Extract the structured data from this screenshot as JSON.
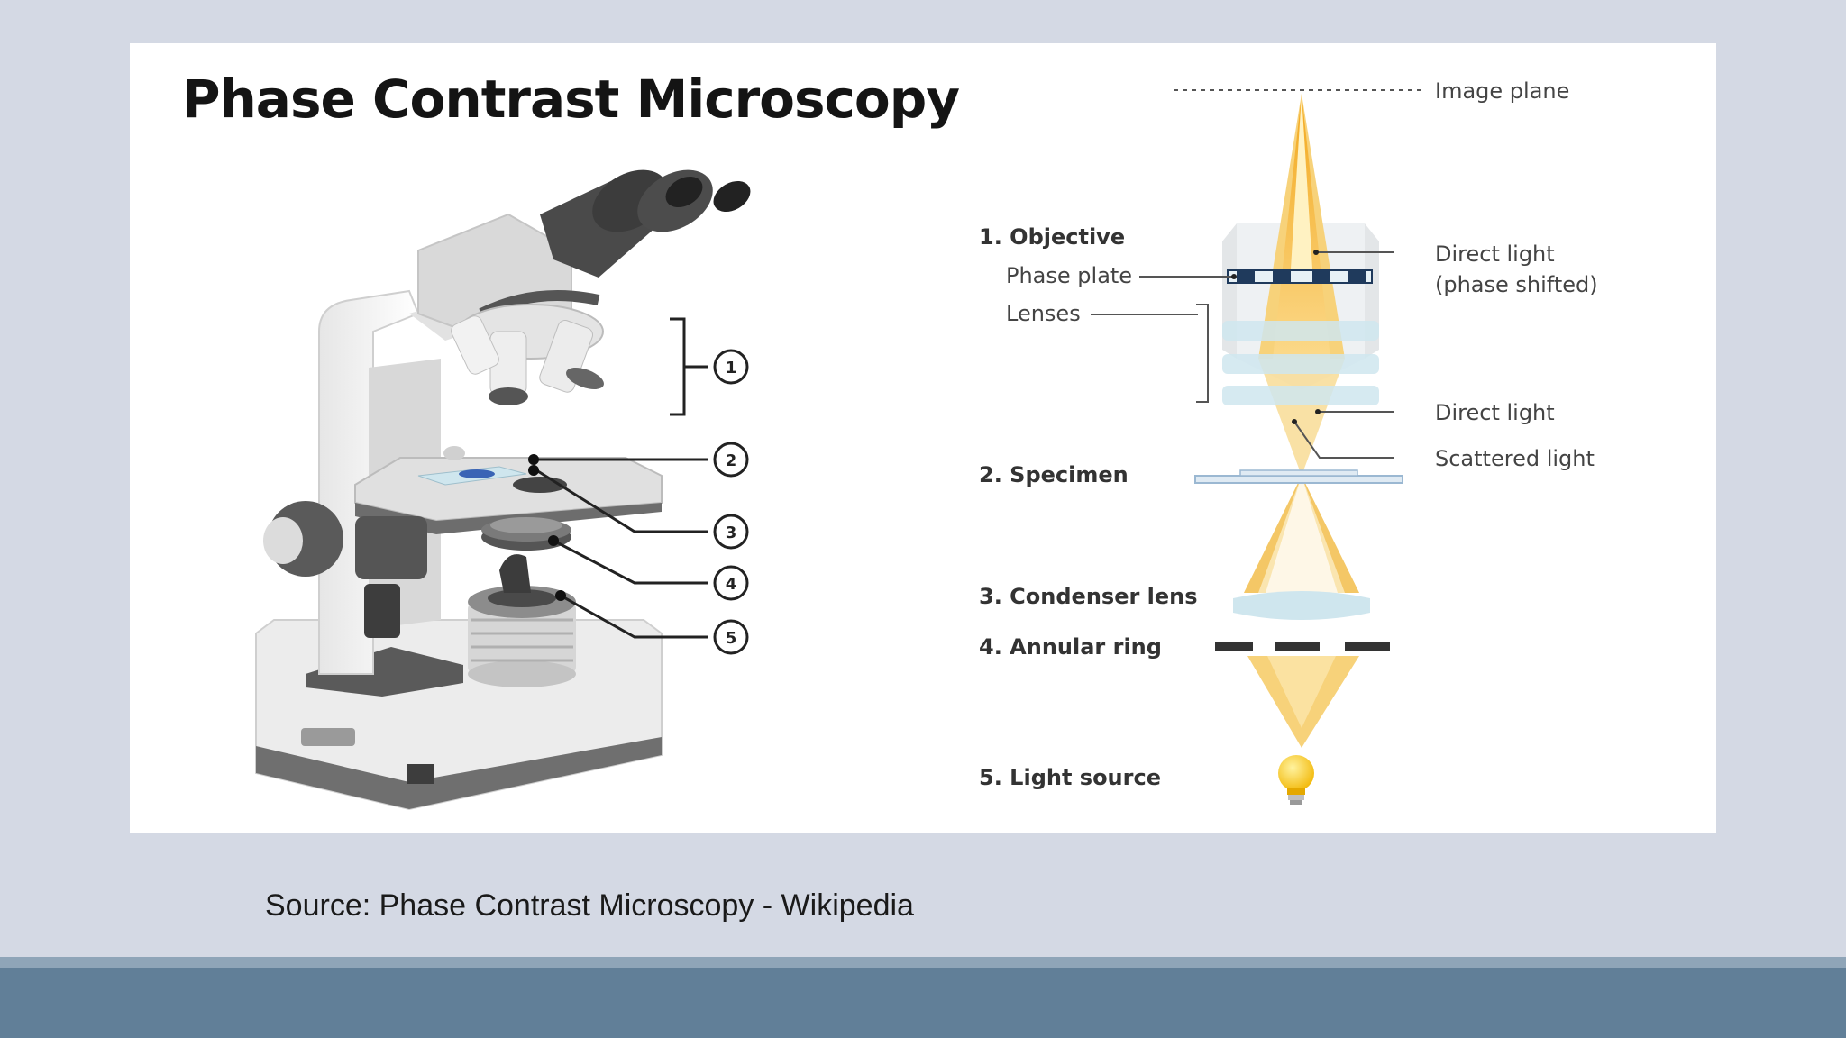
{
  "title": "Phase Contrast Microscopy",
  "source": "Source: Phase Contrast Microscopy - Wikipedia",
  "callouts": [
    "1",
    "2",
    "3",
    "4",
    "5"
  ],
  "parts": {
    "objective": "1. Objective",
    "phase_plate": "Phase plate",
    "lenses": "Lenses",
    "specimen": "2. Specimen",
    "condenser": "3. Condenser lens",
    "annular": "4. Annular ring",
    "light_source": "5. Light source"
  },
  "light": {
    "image_plane": "Image plane",
    "direct_shifted_1": "Direct light",
    "direct_shifted_2": "(phase shifted)",
    "direct": "Direct light",
    "scattered": "Scattered light"
  },
  "colors": {
    "slide_bg": "#d4d9e4",
    "footer": "#617f98",
    "light_yellow": "#f7d27a",
    "light_orange": "#f3a81d",
    "lens_blue": "#cfe6ee"
  },
  "icons": [
    "microscope-illustration",
    "light-bulb-icon"
  ]
}
